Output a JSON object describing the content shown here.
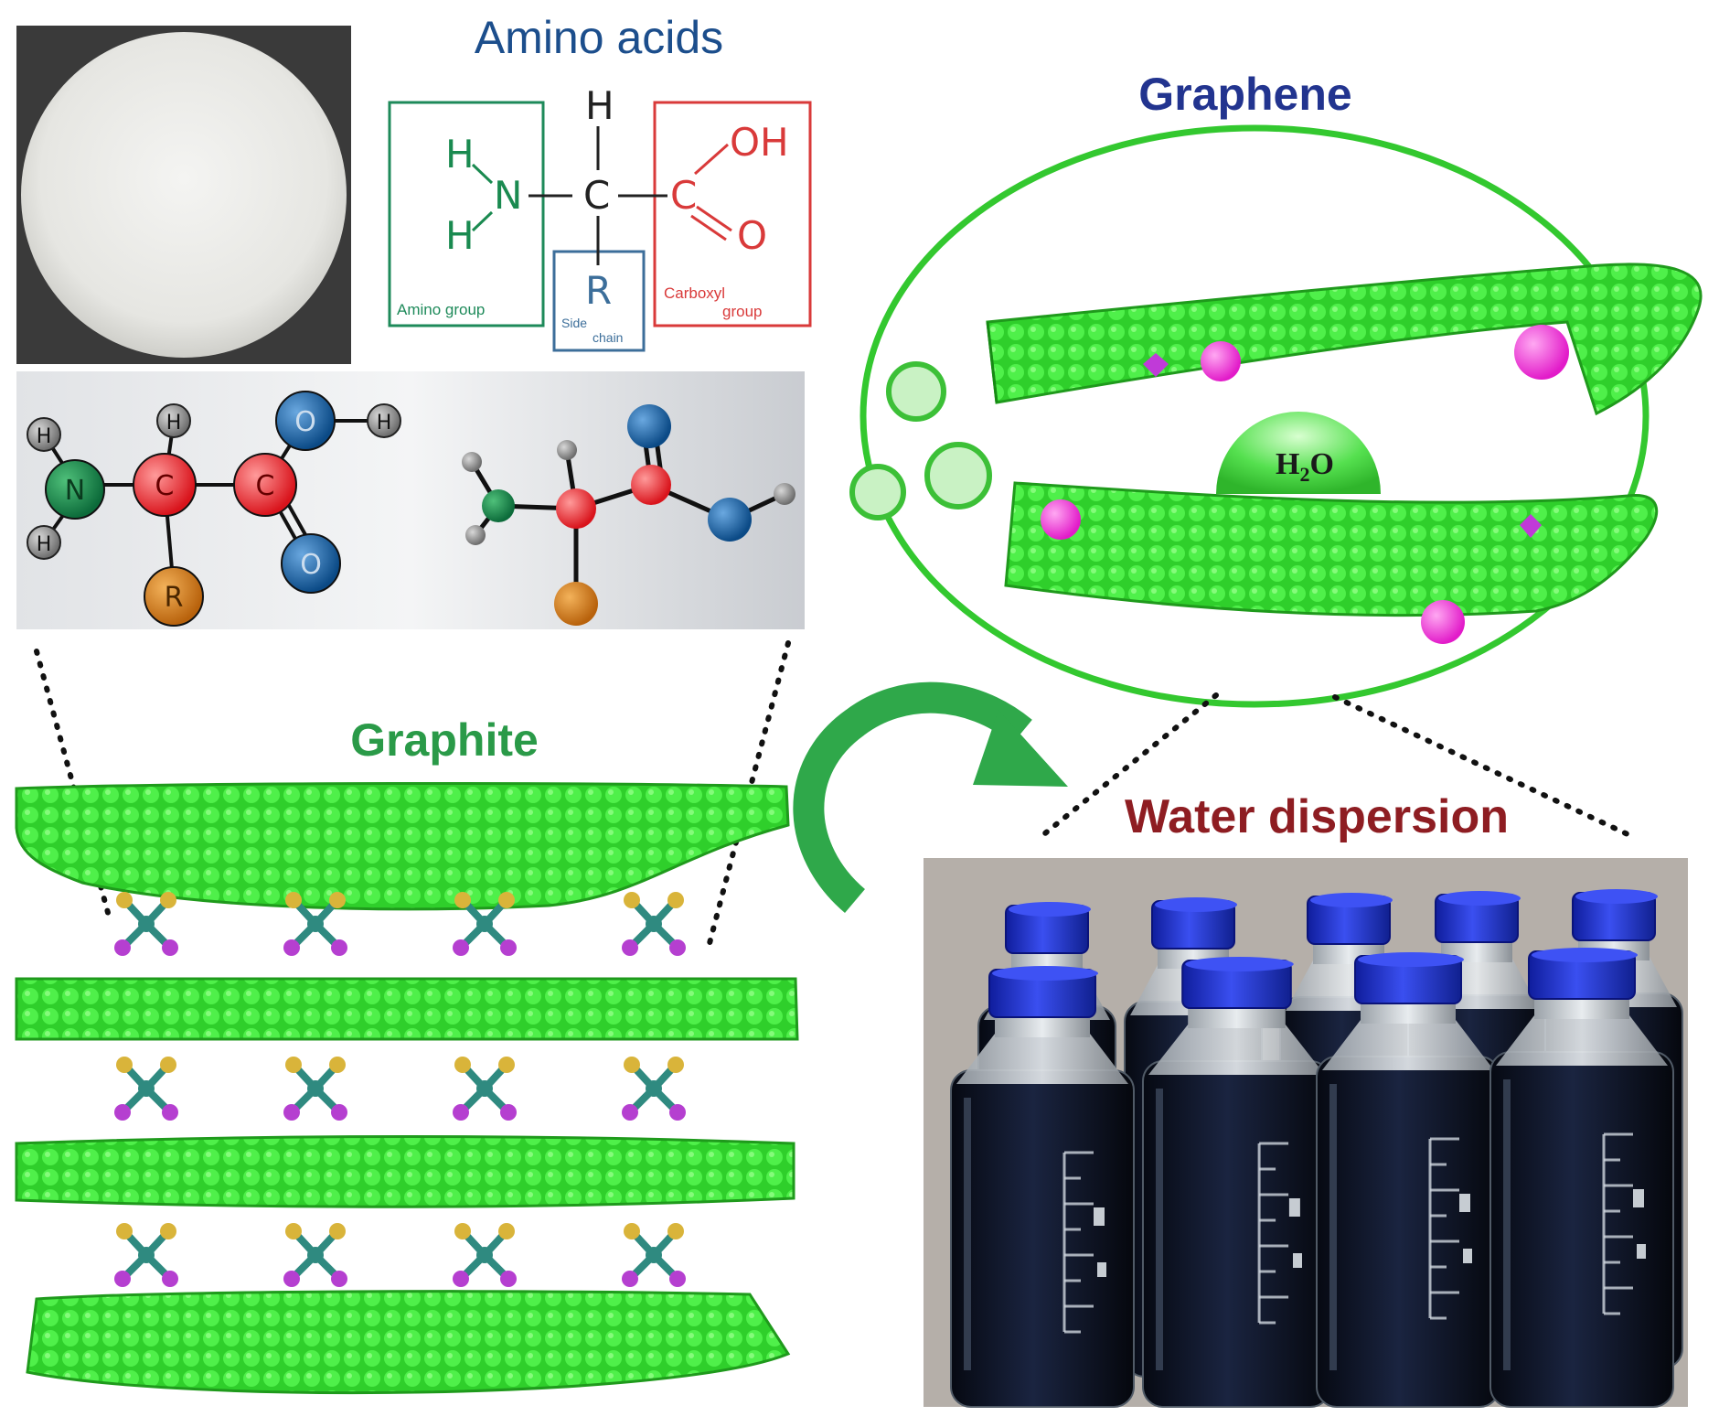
{
  "titles": {
    "amino_acids": "Amino acids",
    "graphene": "Graphene",
    "graphite": "Graphite",
    "water_dispersion": "Water dispersion"
  },
  "structural_formula": {
    "h_top": "H",
    "h_upper_left": "H",
    "h_lower_left": "H",
    "n": "N",
    "c_alpha": "C",
    "c_carboxyl": "C",
    "oh": "OH",
    "o": "O",
    "r": "R",
    "amino_group_label": "Amino group",
    "side_chain_label_1": "Side",
    "side_chain_label_2": "chain",
    "carboxyl_label_1": "Carboxyl",
    "carboxyl_label_2": "group"
  },
  "ball_model": {
    "h1": "H",
    "h2": "H",
    "h3": "H",
    "h4": "H",
    "n": "N",
    "c1": "C",
    "c2": "C",
    "o1": "O",
    "o2": "O",
    "r": "R"
  },
  "graphene_view": {
    "water_label_h": "H",
    "water_label_sub": "2",
    "water_label_o": "O"
  },
  "colors": {
    "graphene_green": "#33d62f",
    "title_blue": "#1c4e8c",
    "graphene_title": "#22348f",
    "graphite_title": "#2a9a48",
    "water_title": "#8e1d22",
    "amino_box": "#1e8a5a",
    "side_chain_box": "#3c6e9a",
    "carboxyl_box": "#d93a3a",
    "cap_blue": "#1d2fc4",
    "liquid_dark": "#0d1224"
  }
}
